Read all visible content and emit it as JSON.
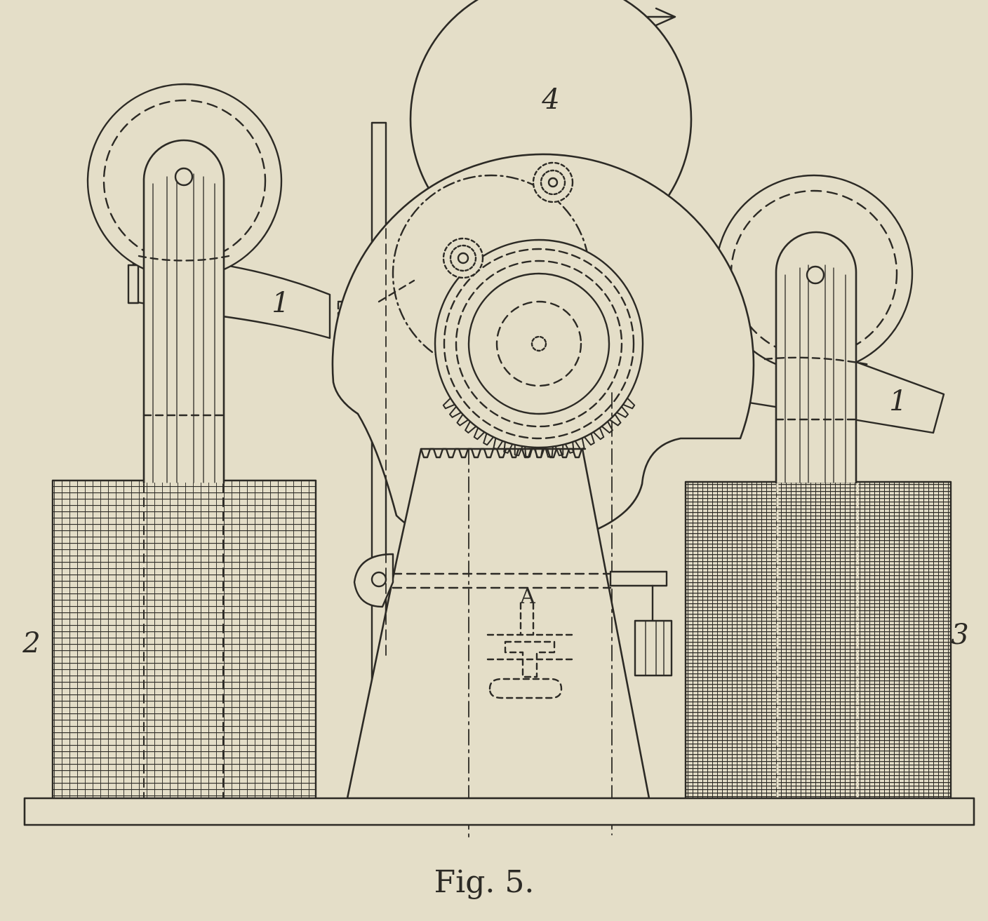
{
  "figure": {
    "caption": "Fig. 5.",
    "labels": {
      "lever_left": "1",
      "lever_right": "1",
      "coil_left": "2",
      "coil_right": "3",
      "wheel": "4",
      "bracket": "A"
    },
    "direction_arrow": "right"
  },
  "colors": {
    "paper": "#e4dec8",
    "ink": "#2c2a25"
  }
}
